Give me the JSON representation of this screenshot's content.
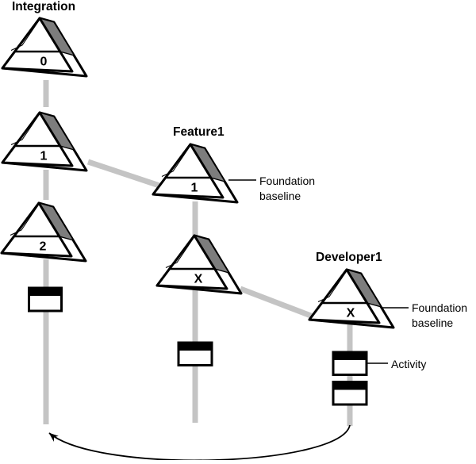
{
  "figure": {
    "type": "stream-baseline-activity-diagram",
    "streams": [
      {
        "label": "Integration",
        "baselines": [
          {
            "label": "0"
          },
          {
            "label": "1"
          },
          {
            "label": "2"
          }
        ],
        "activity_count": 1
      },
      {
        "label": "Feature1",
        "baselines": [
          {
            "label": "1"
          },
          {
            "label": "X"
          }
        ],
        "activity_count": 1
      },
      {
        "label": "Developer1",
        "baselines": [
          {
            "label": "X"
          }
        ],
        "activity_count": 2
      }
    ],
    "callouts": {
      "feature_foundation": {
        "line1": "Foundation",
        "line2": "baseline"
      },
      "developer_foundation": {
        "line1": "Foundation",
        "line2": "baseline"
      },
      "activity": {
        "label": "Activity"
      }
    },
    "colors": {
      "background": "#ffffff",
      "connector": "#c4c4c4",
      "baseline_shaded_face": "#7d7d7d",
      "outline": "#000000"
    }
  }
}
